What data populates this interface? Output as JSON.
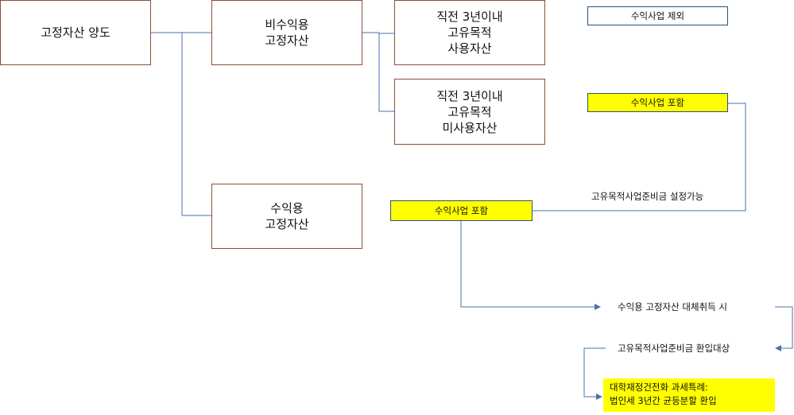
{
  "diagram": {
    "root": "고정자산 양도",
    "non_profit_asset": "비수익용\n고정자산",
    "used_asset": "직전 3년이내\n고유목적\n사용자산",
    "unused_asset": "직전 3년이내\n고유목적\n미사용자산",
    "profit_asset": "수익용\n고정자산",
    "tag_exclude": "수익사업 제외",
    "tag_include_1": "수익사업 포함",
    "tag_include_2": "수익사업 포함",
    "note_reserve": "고유목적사업준비금  설정가능",
    "note_replace": "수익용  고정자산  대체취득  시",
    "note_refund": "고유목적사업준비금  환입대상",
    "note_special": "대학재정건전화  과세특례:\n법인세  3년간  균등분할  환입"
  },
  "colors": {
    "node_border": "#8b4e3a",
    "connector": "#4a72b0",
    "highlight": "#ffff00"
  }
}
